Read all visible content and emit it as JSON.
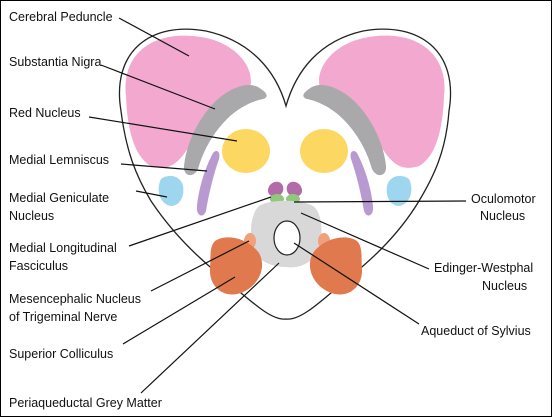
{
  "labels": {
    "cerebral_peduncle": "Cerebral Peduncle",
    "substantia_nigra": "Substantia Nigra",
    "red_nucleus": "Red Nucleus",
    "medial_lemniscus": "Medial Lemniscus",
    "medial_geniculate_1": "Medial Geniculate",
    "medial_geniculate_2": "Nucleus",
    "medial_longitudinal_1": "Medial Longitudinal",
    "medial_longitudinal_2": "Fasciculus",
    "mesencephalic_1": "Mesencephalic Nucleus",
    "mesencephalic_2": "of Trigeminal Nerve",
    "superior_colliculus": "Superior Colliculus",
    "periaqueductal": "Periaqueductal Grey Matter",
    "oculomotor_1": "Oculomotor",
    "oculomotor_2": "Nucleus",
    "edinger_1": "Edinger-Westphal",
    "edinger_2": "Nucleus",
    "aqueduct": "Aqueduct of Sylvius"
  },
  "colors": {
    "cerebral_peduncle": "#f2a8cf",
    "substantia_nigra": "#a9a9ab",
    "red_nucleus": "#fcd863",
    "medial_lemniscus": "#b89ad0",
    "medial_geniculate": "#9fd6ef",
    "oculomotor": "#8fc97a",
    "edinger_westphal": "#b36aa8",
    "superior_colliculus": "#e07a4e",
    "mesencephalic": "#f0a07a",
    "periaqueductal": "#d8d8d8"
  }
}
